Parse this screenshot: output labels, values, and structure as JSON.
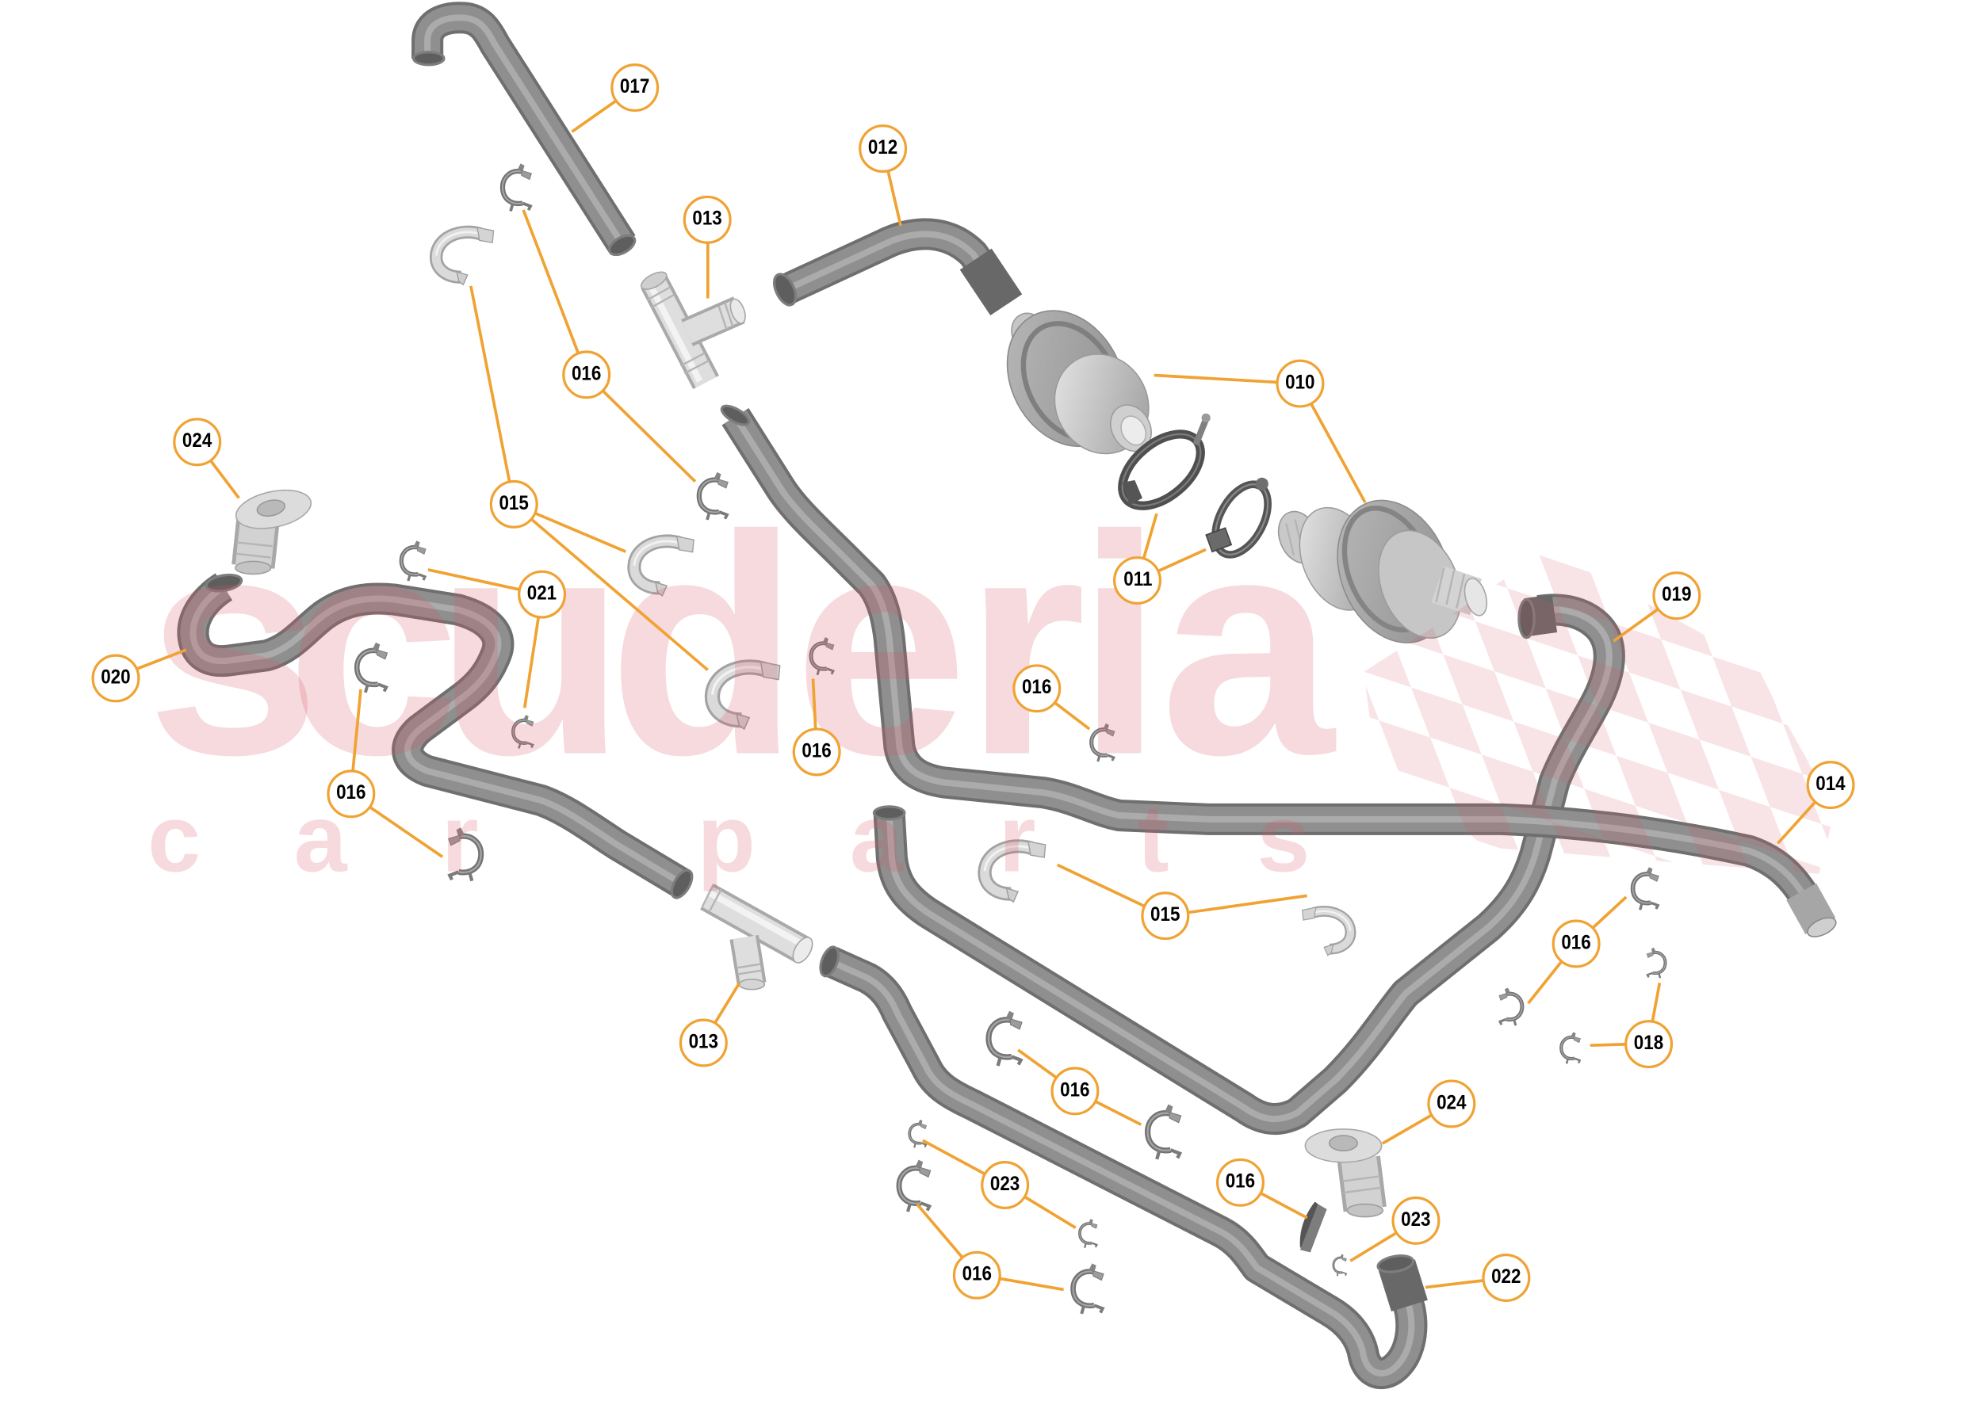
{
  "colors": {
    "callout_ring": "#F0A232",
    "callout_text": "#000000",
    "leader_line": "#F0A232",
    "watermark": "#F6DADD",
    "hose": "#8F8F8F",
    "background": "#FFFFFF"
  },
  "watermark": {
    "brand": "scuderia",
    "brand_letters": [
      "s",
      "c",
      "u",
      "d",
      "e",
      "r",
      "i",
      "a"
    ],
    "tagline": "car parts",
    "tagline_letters": [
      "c",
      "a",
      "r",
      "p",
      "a",
      "r",
      "t",
      "s"
    ],
    "icon": "checkered-flag"
  },
  "callouts": [
    {
      "label": "017"
    },
    {
      "label": "012"
    },
    {
      "label": "013"
    },
    {
      "label": "016"
    },
    {
      "label": "010"
    },
    {
      "label": "024"
    },
    {
      "label": "015"
    },
    {
      "label": "011"
    },
    {
      "label": "021"
    },
    {
      "label": "019"
    },
    {
      "label": "020"
    },
    {
      "label": "016"
    },
    {
      "label": "016"
    },
    {
      "label": "016"
    },
    {
      "label": "014"
    },
    {
      "label": "015"
    },
    {
      "label": "016"
    },
    {
      "label": "013"
    },
    {
      "label": "018"
    },
    {
      "label": "016"
    },
    {
      "label": "024"
    },
    {
      "label": "023"
    },
    {
      "label": "016"
    },
    {
      "label": "023"
    },
    {
      "label": "016"
    },
    {
      "label": "022"
    }
  ],
  "part_numbers": [
    "010",
    "011",
    "012",
    "013",
    "014",
    "015",
    "016",
    "017",
    "018",
    "019",
    "020",
    "021",
    "022",
    "023",
    "024"
  ]
}
